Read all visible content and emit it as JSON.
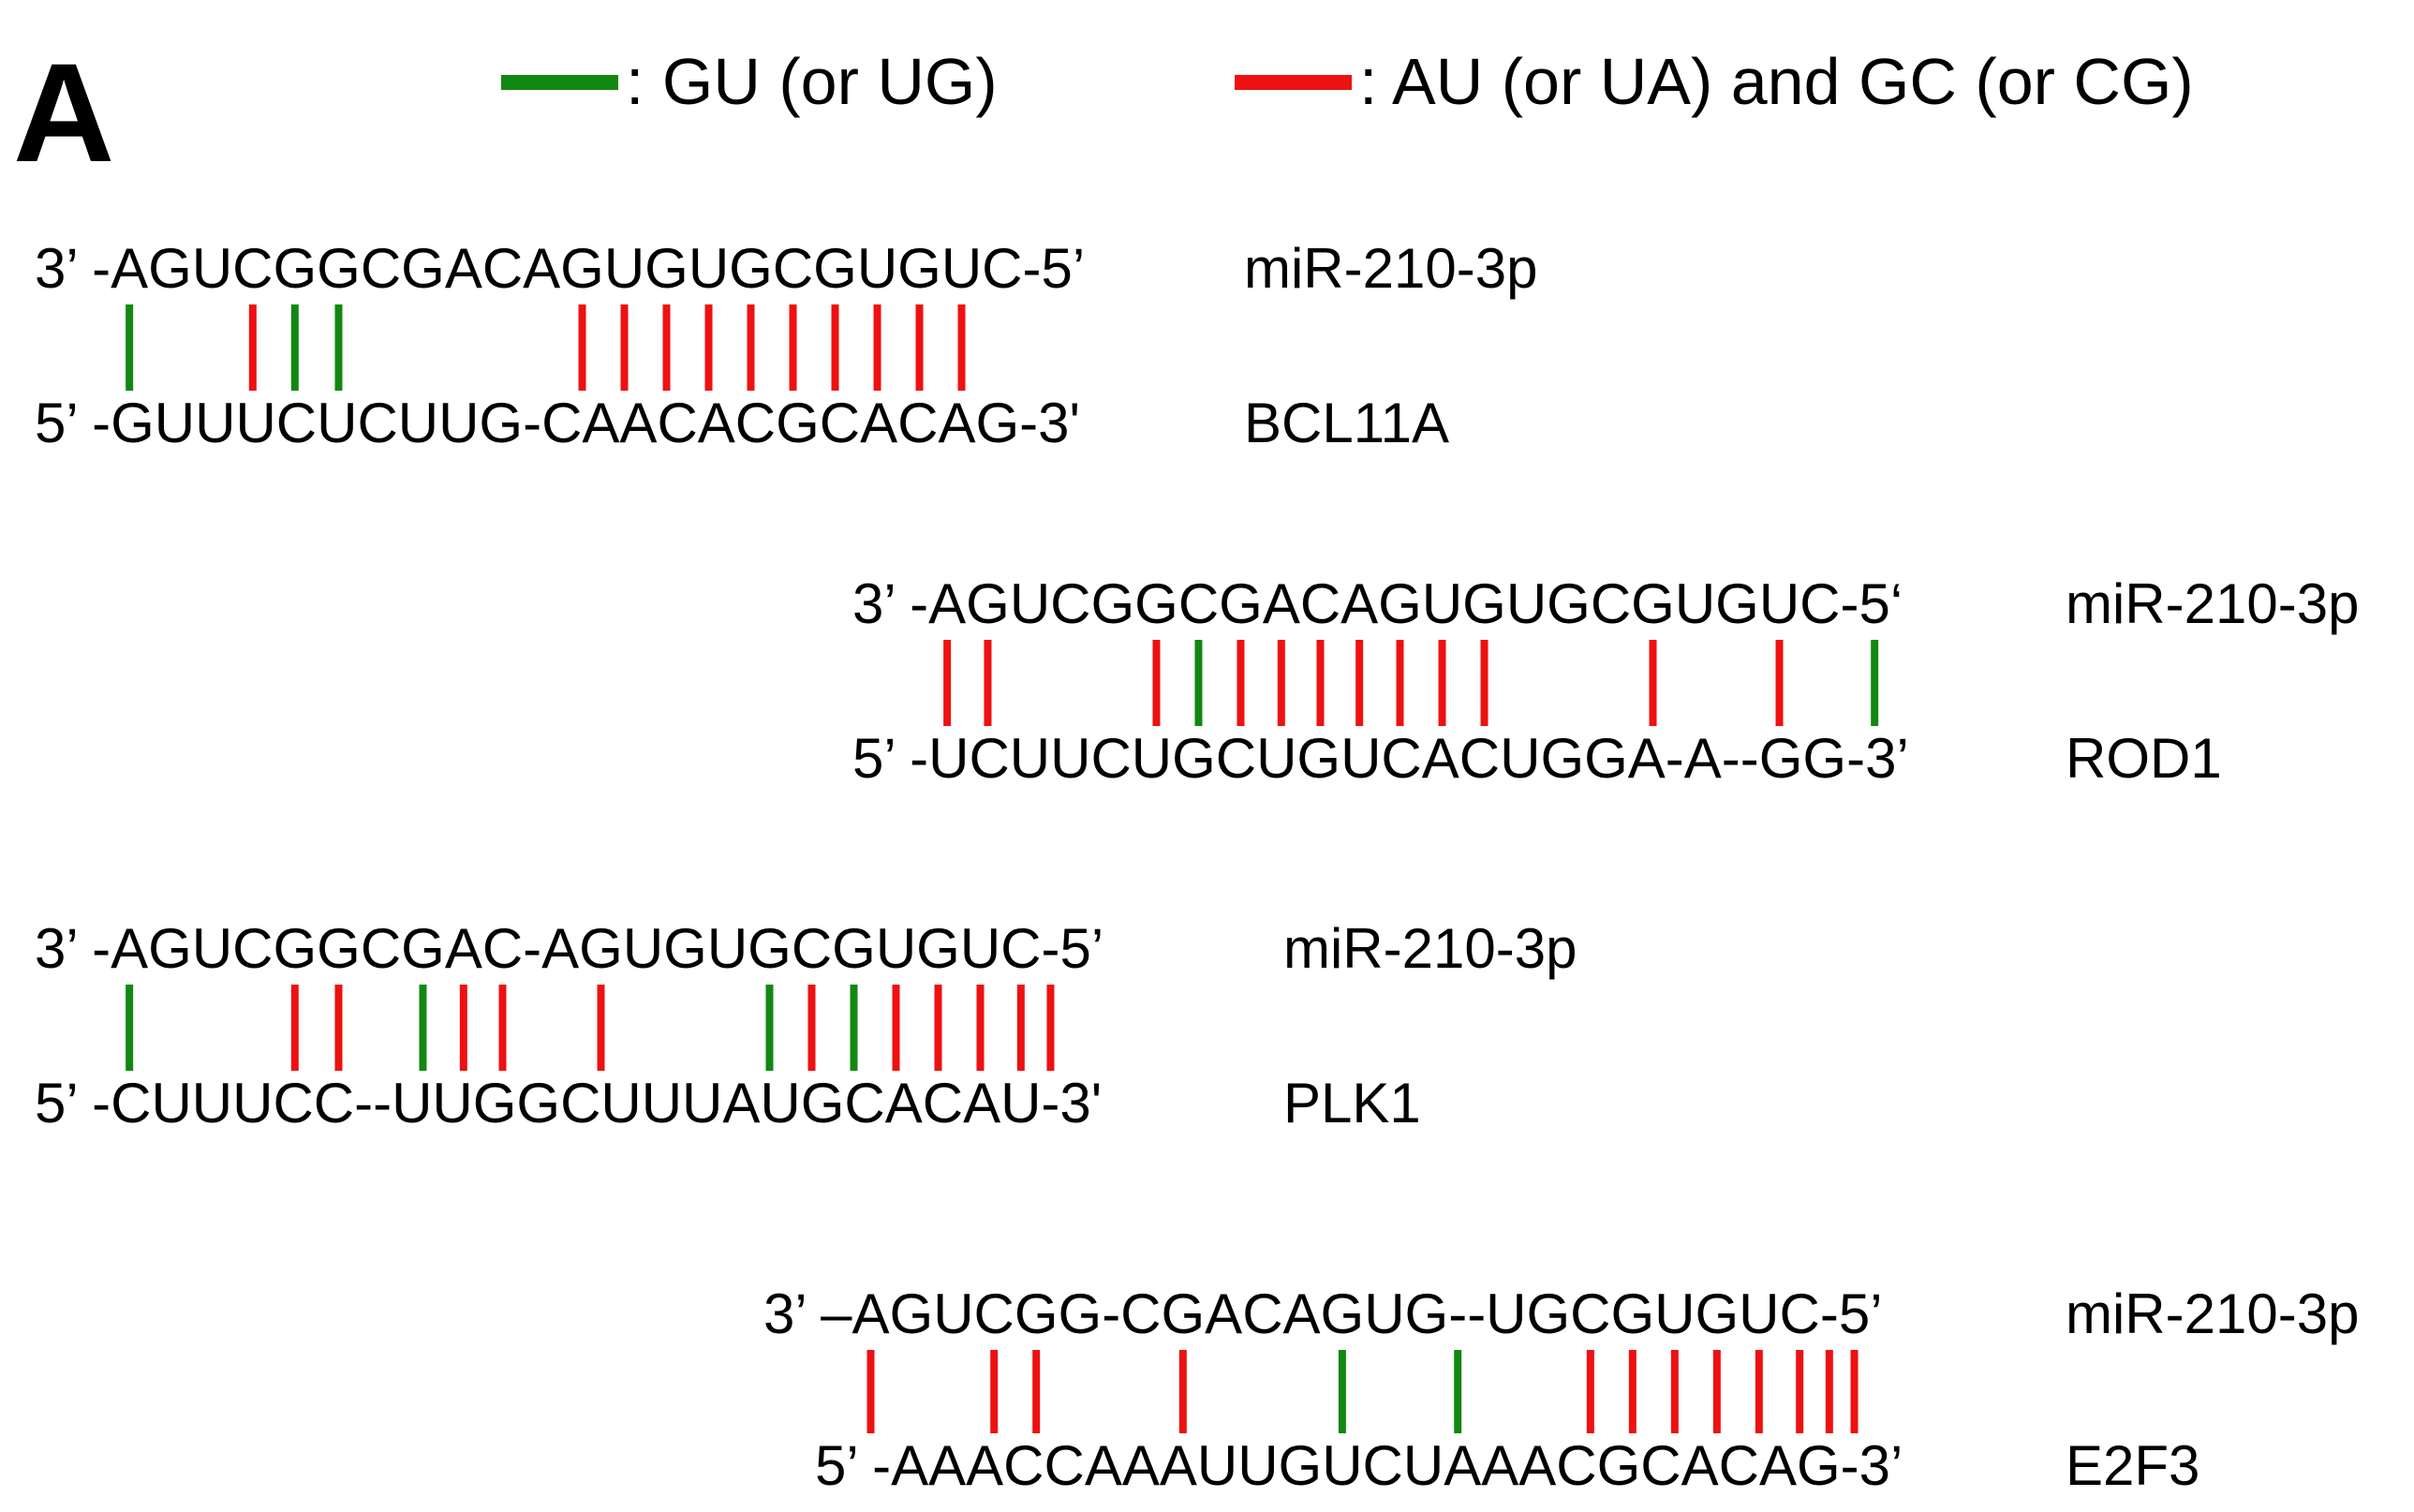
{
  "panel_label": "A",
  "legend": {
    "items": [
      {
        "color": "#118811",
        "label": ": GU (or UG)"
      },
      {
        "color": "#ee1111",
        "label": ": AU (or UA) and GC (or CG)"
      }
    ]
  },
  "pair_colors": {
    "wobble": "#118811",
    "watson_crick": "#ee1111"
  },
  "alignments": [
    {
      "mirna_line": "3’ -AGUCGGCGACAGUGUGCGUGUC-5’",
      "mirna_name": "miR-210-3p",
      "target_line": "5’ -GUUUCUCUUG-CAACACGCACAG-3'",
      "target_name": "BCL11A",
      "pair_types": "g..wgg.....wwwwwwwwww"
    },
    {
      "mirna_line": "3’ -AGUCGGCGACAGUGUGCGUGUC-5‘",
      "mirna_name": "miR-210-3p",
      "target_line": "5’ -UCUUCUGCUGUCACUGGA-A--GG-3’",
      "target_name": "ROD1",
      "pair_types": "ww...wgwwwwwww...w..w..g"
    },
    {
      "mirna_line": "3’ -AGUCGGCGAC-AGUGUGCGUGUC-5’",
      "mirna_name": "miR-210-3p",
      "target_line": "5’ -CUUUCC--UUGGCUUUAUGCACAU-3'",
      "target_name": "PLK1",
      "pair_types": "g...ww.gww..w...gwgwwwww"
    },
    {
      "mirna_line": "3’ –AGUCGG-CGACAGUG--UGCGUGUC-5’",
      "mirna_name": "miR-210-3p",
      "target_line": "5’ -AAACCAAAUUGUCUAAACGCACAG-3’",
      "target_name": "E2F3",
      "pair_types": "w..ww...w...g..g...wwwwwwww"
    }
  ]
}
